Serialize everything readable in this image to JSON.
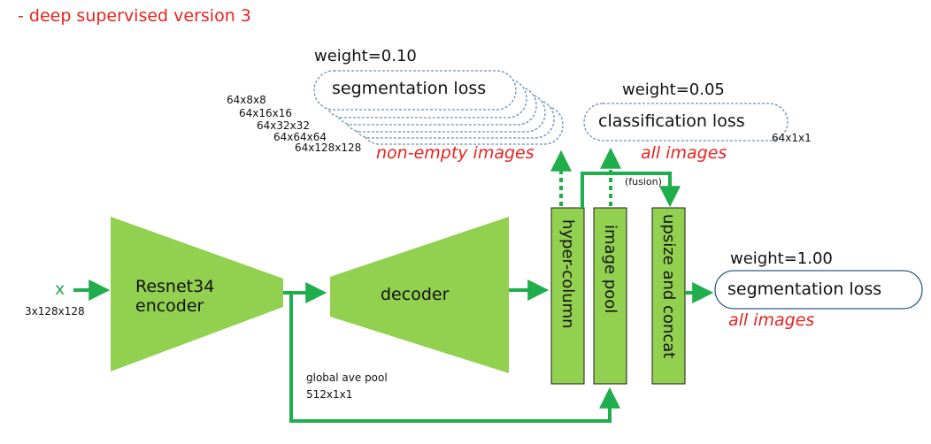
{
  "title": "- deep supervised version 3",
  "deep_supervision": {
    "weight": "weight=0.10",
    "loss_label": "segmentation loss",
    "sizes": [
      "64x8x8",
      "64x16x16",
      "64x32x32",
      "64x64x64",
      "64x128x128"
    ],
    "subset": "non-empty images"
  },
  "classification": {
    "weight": "weight=0.05",
    "loss_label": "classification loss",
    "size": "64x1x1",
    "subset": "all images"
  },
  "final": {
    "weight": "weight=1.00",
    "loss_label": "segmentation loss",
    "subset": "all images"
  },
  "input": {
    "label": "x",
    "size": "3x128x128"
  },
  "encoder": {
    "line1": "Resnet34",
    "line2": "encoder"
  },
  "decoder": {
    "label": "decoder"
  },
  "pool_note": {
    "line1": "global ave pool",
    "line2": "512x1x1"
  },
  "fusion_label": "(fusion)",
  "columns": {
    "hyper": "hyper-column",
    "image_pool": "image  pool",
    "upsize": "upsize and concat"
  },
  "colors": {
    "green_fill": "#92d050",
    "green_arrow": "#1fae4b",
    "red": "#e8231d",
    "box_border": "#6b8fb5"
  }
}
